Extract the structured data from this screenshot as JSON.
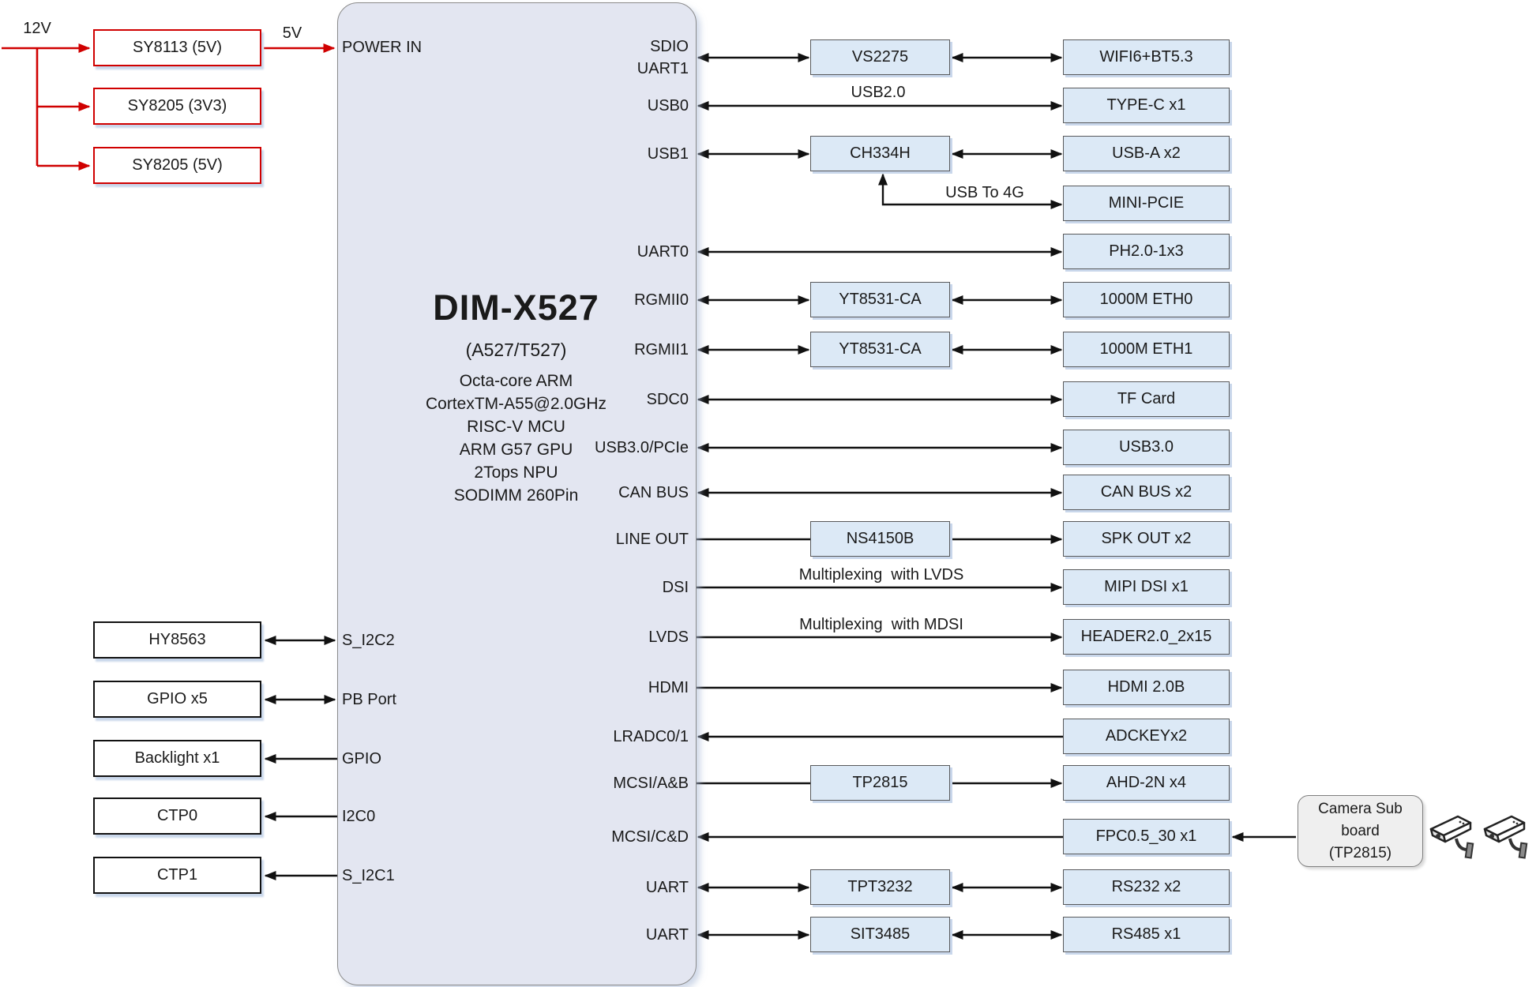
{
  "power": {
    "input_label": "12V",
    "rail_label": "5V",
    "regulators": [
      "SY8113 (5V)",
      "SY8205 (3V3)",
      "SY8205 (5V)"
    ]
  },
  "chip": {
    "title": "DIM-X527",
    "subtitle": "(A527/T527)",
    "specs": "Octa-core ARM\nCortexTM-A55@2.0GHz\nRISC-V MCU\nARM G57 GPU\n2Tops NPU\nSODIMM 260Pin",
    "left_ports": [
      "POWER IN",
      "S_I2C2",
      "PB Port",
      "GPIO",
      "I2C0",
      "S_I2C1"
    ],
    "right_ports": [
      "SDIO\nUART1",
      "USB0",
      "USB1",
      "UART0",
      "RGMII0",
      "RGMII1",
      "SDC0",
      "USB3.0/PCIe",
      "CAN BUS",
      "LINE OUT",
      "DSI",
      "LVDS",
      "HDMI",
      "LRADC0/1",
      "MCSI/A&B",
      "MCSI/C&D",
      "UART",
      "UART"
    ]
  },
  "bridges": [
    "VS2275",
    "CH334H",
    "YT8531-CA",
    "YT8531-CA",
    "NS4150B",
    "TP2815",
    "TPT3232",
    "SIT3485"
  ],
  "peripherals": [
    "WIFI6+BT5.3",
    "TYPE-C x1",
    "USB-A x2",
    "MINI-PCIE",
    "PH2.0-1x3",
    "1000M ETH0",
    "1000M ETH1",
    "TF Card",
    "USB3.0",
    "CAN BUS x2",
    "SPK OUT x2",
    "MIPI DSI x1",
    "HEADER2.0_2x15",
    "HDMI 2.0B",
    "ADCKEYx2",
    "AHD-2N x4",
    "FPC0.5_30 x1",
    "RS232 x2",
    "RS485 x1"
  ],
  "left_devices": [
    "HY8563",
    "GPIO x5",
    "Backlight x1",
    "CTP0",
    "CTP1"
  ],
  "camera_subboard": "Camera Sub\nboard\n(TP2815)",
  "bus_labels": {
    "usb20": "USB2.0",
    "usb_to_4g": "USB To 4G",
    "mux_lvds": "Multiplexing  with LVDS",
    "mux_mdsi": "Multiplexing  with MDSI"
  },
  "colors": {
    "accent_red": "#D00000",
    "box_fill_blue": "#DCE9F6",
    "box_border_gray": "#58595B",
    "chip_fill": "#E3E6F1"
  }
}
